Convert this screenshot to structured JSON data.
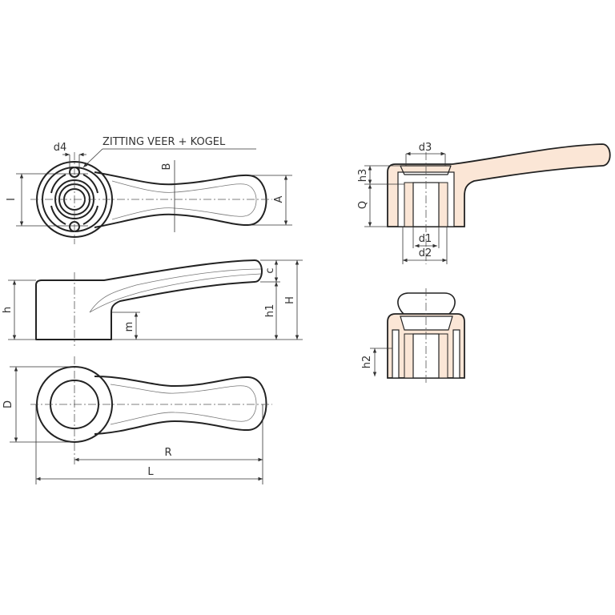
{
  "annotation": "ZITTING VEER + KOGEL",
  "dimensions": {
    "d4": "d4",
    "B": "B",
    "I": "I",
    "A": "A",
    "h": "h",
    "m": "m",
    "c": "c",
    "h1": "h1",
    "H": "H",
    "D": "D",
    "R": "R",
    "L": "L",
    "d3": "d3",
    "h3": "h3",
    "Q": "Q",
    "d1": "d1",
    "d2": "d2",
    "h2": "h2"
  },
  "colors": {
    "section_fill": "#fbe6d6",
    "line": "#222222"
  }
}
